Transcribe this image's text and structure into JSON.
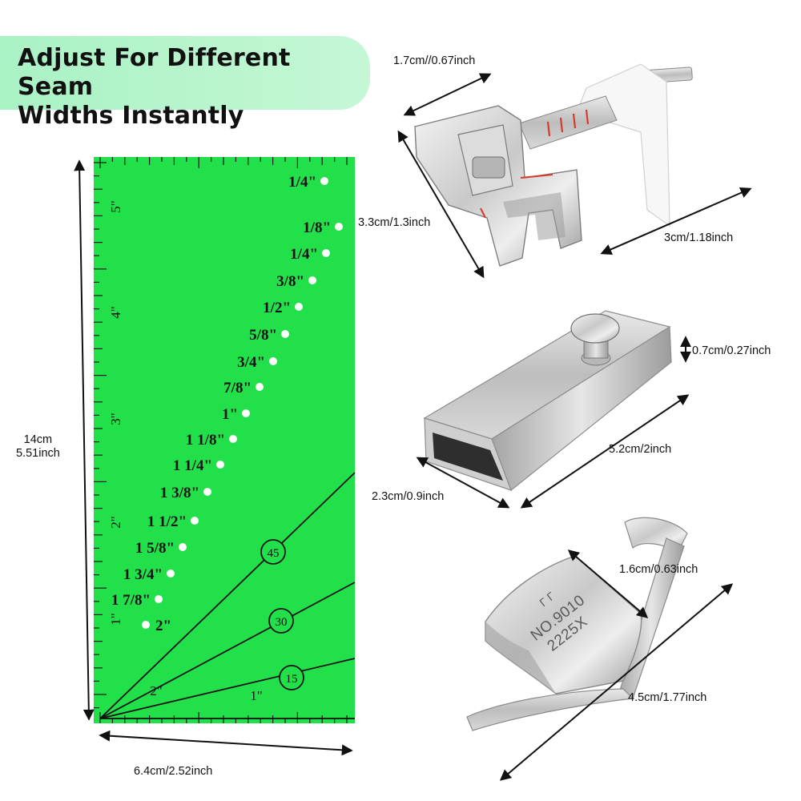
{
  "banner": {
    "line1": "Adjust For Different Seam",
    "line2": "Widths Instantly"
  },
  "ruler": {
    "width_label": "6.4cm/2.52inch",
    "height_label_cm": "14cm",
    "height_label_inch": "5.51inch",
    "inch_marks": [
      "5\"",
      "4\"",
      "3\"",
      "2\"",
      "1\""
    ],
    "bottom_marks": [
      "2\"",
      "1\""
    ],
    "seam_labels": [
      "1/4\"",
      "1/8\"",
      "1/4\"",
      "3/8\"",
      "1/2\"",
      "5/8\"",
      "3/4\"",
      "7/8\"",
      "1\"",
      "1 1/8\"",
      "1 1/4\"",
      "1 3/8\"",
      "1 1/2\"",
      "1 5/8\"",
      "1 3/4\"",
      "1 7/8\"",
      "2\""
    ],
    "angle_labels": [
      "45",
      "30",
      "15"
    ],
    "color": "#22e04a"
  },
  "presser_foot": {
    "top_label": "1.7cm//0.67inch",
    "left_label": "3.3cm/1.3inch",
    "right_label": "3cm/1.18inch"
  },
  "magnet_block": {
    "height_label": "0.7cm/0.27inch",
    "length_label": "5.2cm/2inch",
    "width_label": "2.3cm/0.9inch"
  },
  "magnetic_guide": {
    "top_label": "1.6cm/0.63inch",
    "length_label": "4.5cm/1.77inch",
    "engraving_1": "NO.9010",
    "engraving_2": "2225X"
  }
}
